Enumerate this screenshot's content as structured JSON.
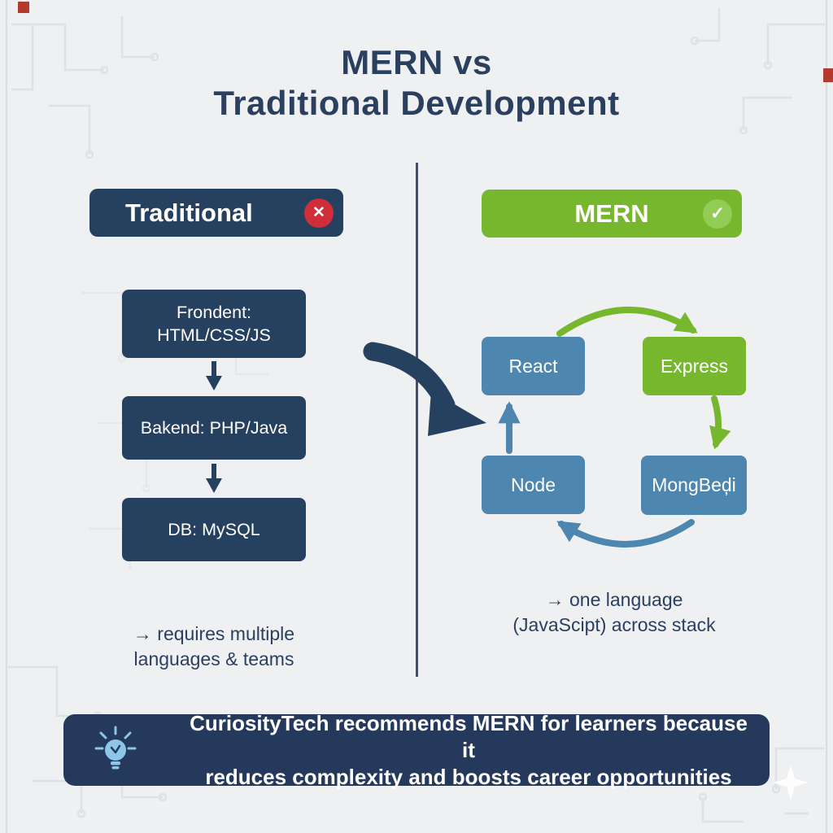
{
  "title": {
    "line1": "MERN vs",
    "line2": "Traditional Development"
  },
  "left_column": {
    "header": {
      "label": "Traditional"
    },
    "stack_boxes": [
      {
        "text": "Frondent:\nHTML/CSS/JS"
      },
      {
        "text": "Bakend: PHP/Java"
      },
      {
        "text": "DB: MySQL"
      }
    ],
    "note": {
      "line1": "→ requires multiple",
      "line2": "languages & teams"
    }
  },
  "right_column": {
    "header": {
      "label": "MERN"
    },
    "cycle_nodes": [
      {
        "label": "React",
        "color": "blue"
      },
      {
        "label": "Express",
        "color": "green"
      },
      {
        "label": "Node",
        "color": "blue"
      },
      {
        "label": "MongBeḑi",
        "color": "blue"
      }
    ],
    "note": {
      "line1": "→ one language",
      "line2": "(JavaScipt) across stack"
    }
  },
  "banner": {
    "line1": "CuriosityTech recommends MERN for learners because it",
    "line2": "reduces complexity and boosts career opportunities"
  },
  "icons": {
    "x_circle": {
      "name": "x-circle-icon",
      "glyph": "✕"
    },
    "check_circle": {
      "name": "check-circle-icon",
      "glyph": "✓"
    },
    "down_arrow": {
      "name": "down-arrow-icon",
      "glyph": "▼"
    },
    "lightbulb": {
      "name": "lightbulb-icon"
    },
    "transition_arrow": {
      "name": "curved-arrow-icon"
    }
  },
  "colors": {
    "background": "#eef0f1",
    "navy": "#2b3f5f",
    "navy-box": "#26405f",
    "banner-navy": "#24395b",
    "green": "#77b72e",
    "green-light": "#93cc55",
    "blue": "#4d86af",
    "red": "#cf2e3a",
    "accent-red": "#b23a2f",
    "bulb-blue": "#8ec6ea",
    "circuit": "#d5d9de"
  }
}
